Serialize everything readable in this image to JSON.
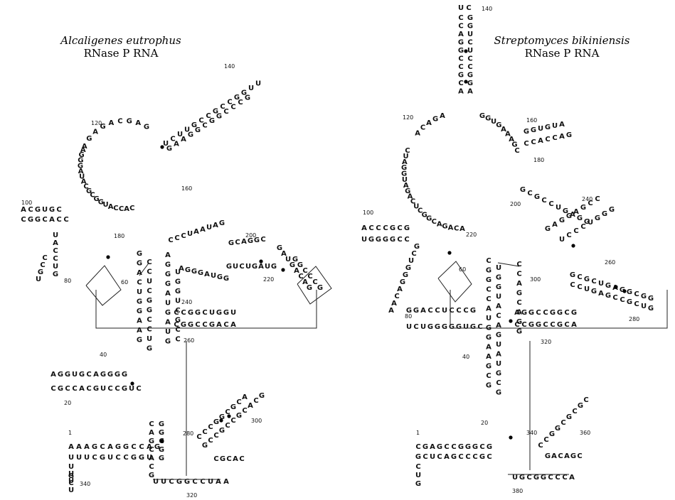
{
  "left": {
    "species": "Alcaligenes eutrophus",
    "label": "RNase P RNA",
    "numbers": [
      "1",
      "20",
      "40",
      "60",
      "80",
      "100",
      "120",
      "140",
      "160",
      "180",
      "200",
      "220",
      "240",
      "260",
      "280",
      "300",
      "320",
      "340"
    ],
    "strands": [
      "AAAGCAGGCCAG",
      "UUUCGUCCGGU",
      "GGACUGGAAG",
      "ACGUGC",
      "CGGCACC",
      "UAGGGA",
      "CACCAUGGCGCA",
      "AGAGACGAG",
      "UCUUGCCGCCGGUU",
      "GAAGGCGGCCCG",
      "GGCUGCGCA",
      "CCUGCCAUG",
      "CCCUAAUAG",
      "GCAGGC",
      "UGUACGAG",
      "AGGGAUGG",
      "GUCUGAUG",
      "CCGGCUGGU",
      "CGGCCGACA",
      "AGGUGCAGGGG",
      "CGCCACGUCCGUC",
      "UUCGGCCUAA",
      "CCCGGCGCA",
      "GCCGCCGCACG"
    ]
  },
  "right": {
    "species": "Streptomyces bikiniensis",
    "label": "RNase P RNA",
    "numbers": [
      "1",
      "20",
      "40",
      "60",
      "80",
      "100",
      "120",
      "140",
      "160",
      "180",
      "200",
      "220",
      "240",
      "260",
      "280",
      "300",
      "320",
      "340",
      "360",
      "380"
    ],
    "strands": [
      "CGAGCCGGGCG",
      "GCUCAGCCCGC",
      "CAGAAGCGGCA",
      "UCGCAGAC",
      "ACCCGCG",
      "UGGGGCC",
      "ACAGACGG",
      "UCGGUCUGCAGA",
      "GAGCCGCG",
      "GCGGCCGUA",
      "GGUGUA",
      "CCACCAG",
      "GCGCCUGAGG",
      "GAGGAGCC",
      "UCCCUGGG",
      "GCGCUGAGG",
      "AGGCCGGCG",
      "CCGGCCGCA",
      "GGACCUCCCG",
      "UCUGGGGGUGC",
      "UGCGGCCCA",
      "CCGCGACA",
      "GCGCCGCGC"
    ]
  }
}
